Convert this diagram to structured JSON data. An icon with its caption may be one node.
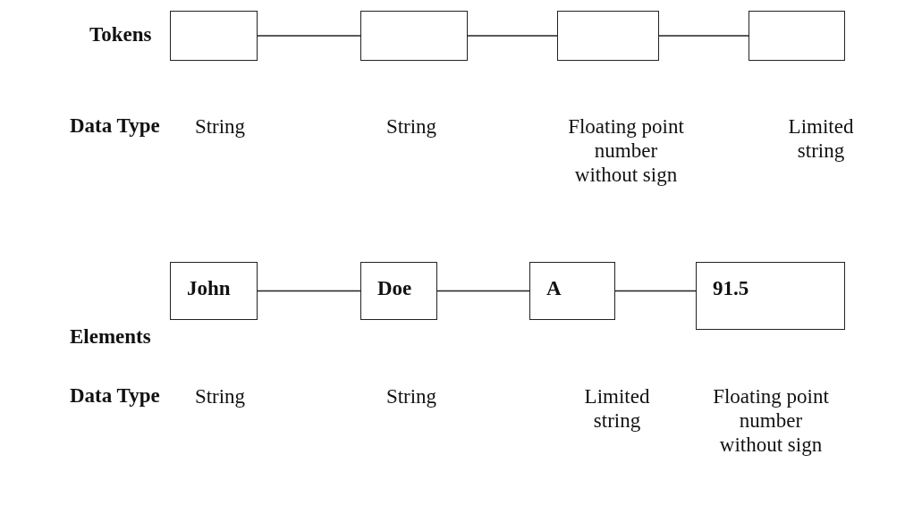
{
  "diagram": {
    "nodes": [
      {
        "text": [],
        "shape": "box",
        "beside": [
          "String"
        ]
      },
      {
        "text": [],
        "shape": "box",
        "beside": [
          "String"
        ]
      },
      {
        "text": [],
        "shape": "box",
        "beside": [
          "Floating point number without sign"
        ]
      },
      {
        "text": [],
        "shape": "box",
        "beside": [
          "Limited string"
        ]
      },
      {
        "text": [
          "John"
        ],
        "beside": [
          "String"
        ]
      },
      {
        "text": [
          "Doe"
        ],
        "beside": [
          "String"
        ]
      },
      {
        "text": [
          "A"
        ],
        "beside": [
          "Limited string"
        ]
      },
      {
        "text": [
          "91.5"
        ],
        "beside": [
          "Floating point number without sign"
        ]
      }
    ],
    "edges": [
      {
        "from": 0,
        "to": 1,
        "arrow": "none"
      },
      {
        "from": 1,
        "to": 2,
        "arrow": "none"
      },
      {
        "from": 2,
        "to": 3,
        "arrow": "none"
      },
      {
        "from": 4,
        "to": 5,
        "arrow": "none"
      },
      {
        "from": 5,
        "to": 6,
        "arrow": "none"
      },
      {
        "from": 6,
        "to": 7,
        "arrow": "none"
      }
    ],
    "labels": [
      "Tokens",
      "Data Type",
      "Elements",
      "Data Type"
    ]
  }
}
